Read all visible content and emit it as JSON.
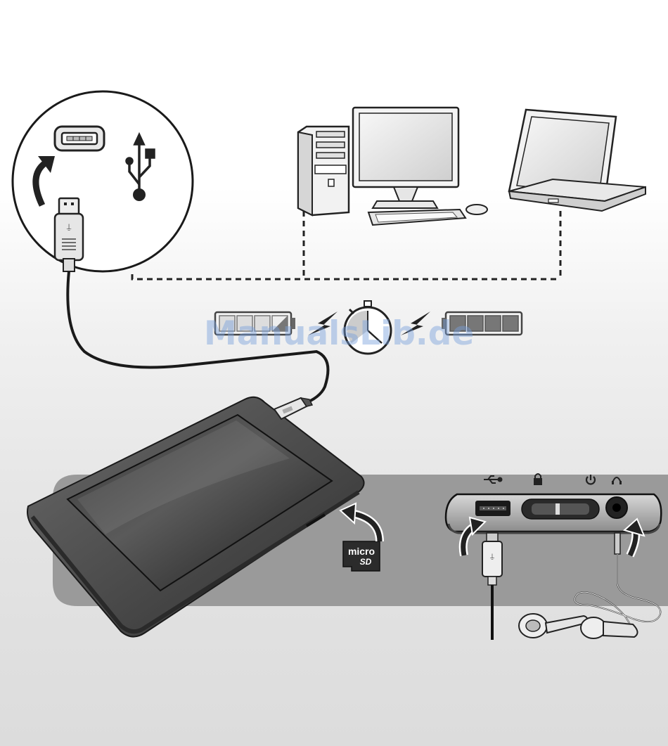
{
  "watermark": {
    "text": "ManualsLib.de"
  },
  "icons": {
    "usb_port": "usb-port-icon",
    "usb_symbol": "usb-trident-icon",
    "lock": "lock-icon",
    "power": "power-icon",
    "headphones": "headphones-icon",
    "stopwatch": "stopwatch-icon",
    "lightning": "lightning-icon",
    "microsd_card": "microsd-card-icon"
  },
  "microsd": {
    "line1": "micro",
    "line2": "SD"
  },
  "battery_status": {
    "before": "partially-charged",
    "after": "fully-charged"
  },
  "colors": {
    "device_body": "#4a4a4a",
    "device_screen": "#2a2a2a",
    "band": "#9a9a9a",
    "cable": "#1a1a1a",
    "dashed_line": "#222222"
  }
}
